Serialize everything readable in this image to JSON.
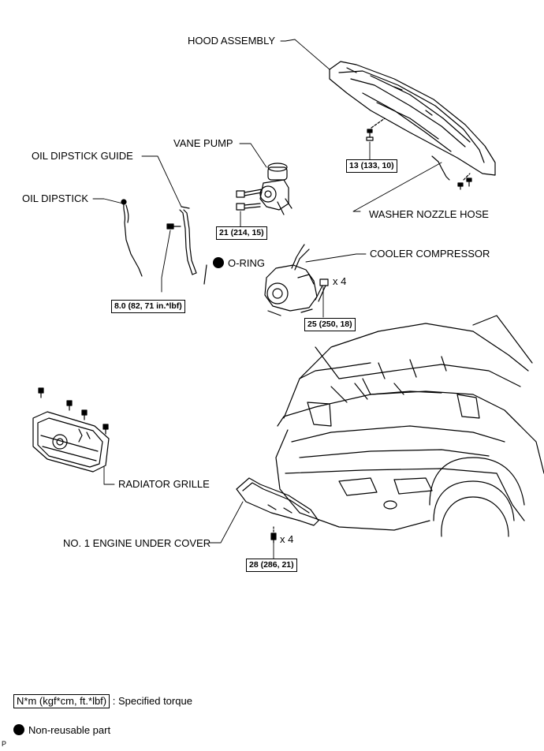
{
  "labels": {
    "hood_assembly": "HOOD ASSEMBLY",
    "vane_pump": "VANE PUMP",
    "oil_dipstick_guide": "OIL DIPSTICK GUIDE",
    "oil_dipstick": "OIL DIPSTICK",
    "washer_nozzle_hose": "WASHER NOZZLE HOSE",
    "o_ring": "O-RING",
    "cooler_compressor": "COOLER COMPRESSOR",
    "radiator_grille": "RADIATOR GRILLE",
    "engine_under_cover": "NO. 1 ENGINE UNDER COVER"
  },
  "torques": {
    "hood": "13 (133, 10)",
    "vane_pump": "21 (214, 15)",
    "dipstick_guide": "8.0 (82, 71 in.*lbf)",
    "compressor": "25 (250, 18)",
    "under_cover": "28 (286, 21)"
  },
  "quantities": {
    "compressor": "x 4",
    "under_cover": "x 4"
  },
  "legend": {
    "torque_box": "N*m (kgf*cm, ft.*lbf)",
    "torque_desc": ": Specified torque",
    "non_reusable": "Non-reusable part"
  },
  "figure_code": "P"
}
